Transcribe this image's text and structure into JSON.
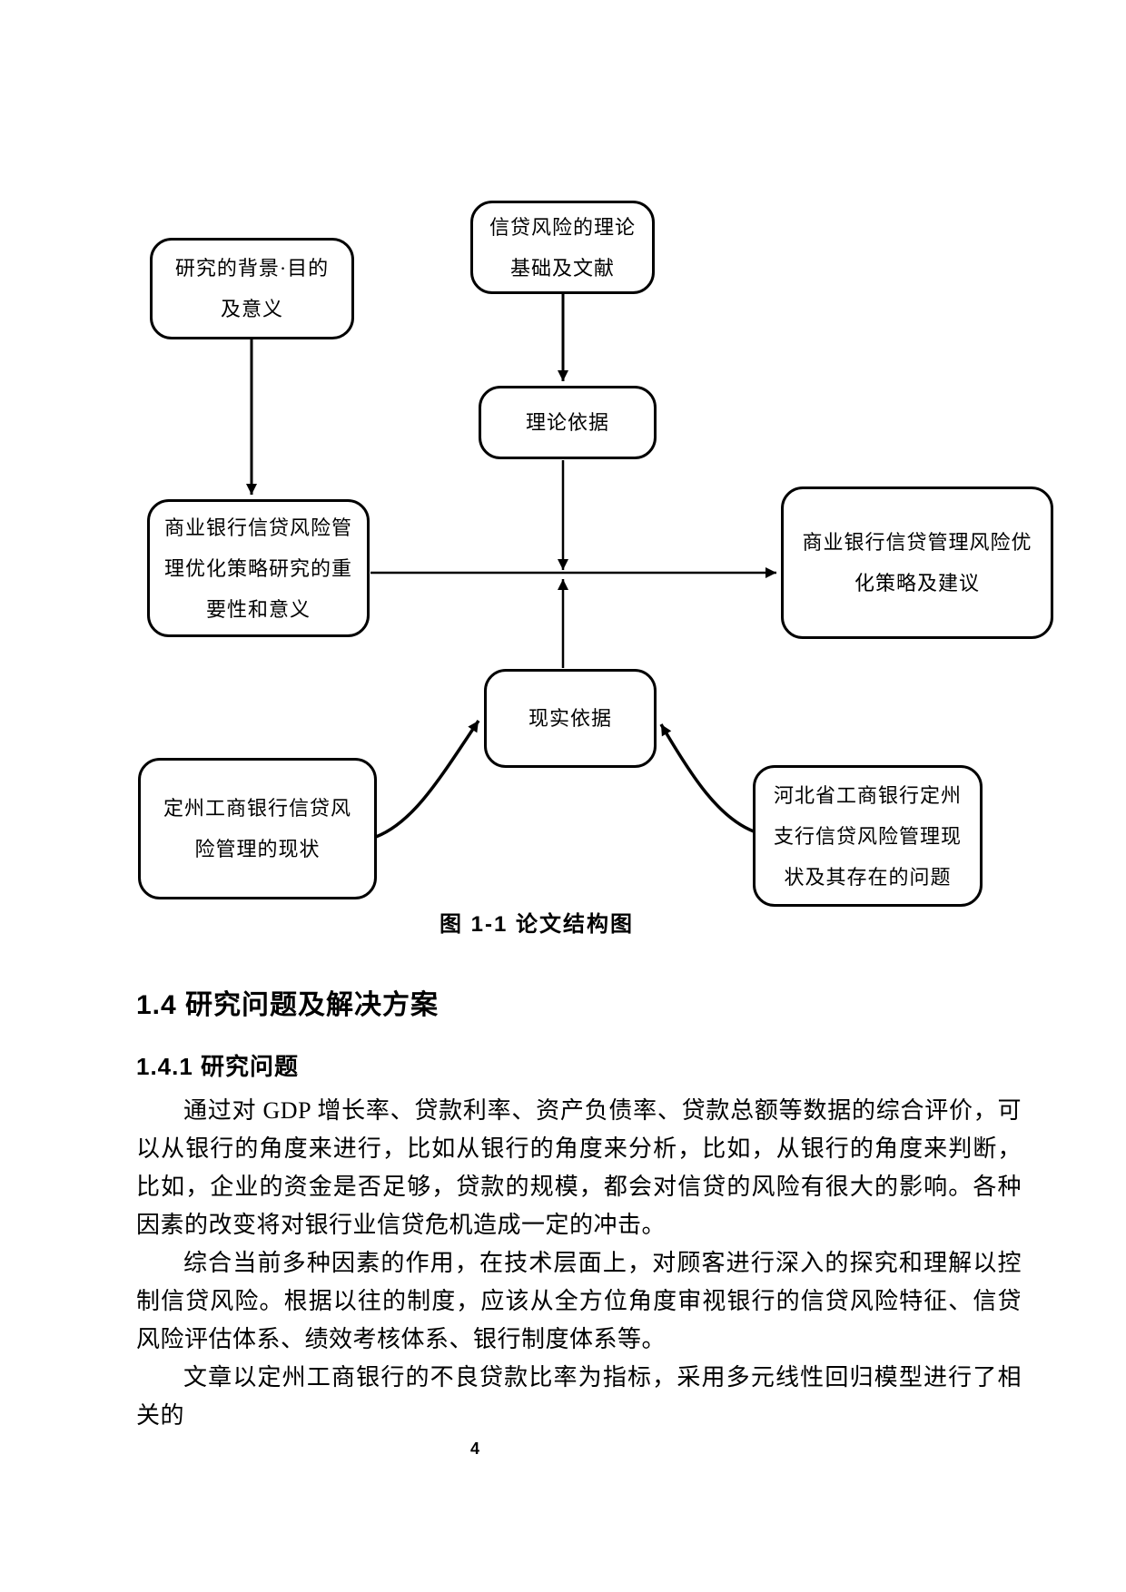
{
  "figure": {
    "boxes": {
      "background_purpose": "研究的背景·目的\n及意义",
      "theory_literature": "信贷风险的理论\n基础及文献",
      "theoretical_basis": "理论依据",
      "importance": "商业银行信贷风险管\n理优化策略研究的重\n要性和意义",
      "optimization_suggestions": "商业银行信贷管理风险优\n化策略及建议",
      "practical_basis": "现实依据",
      "dingzhou_status": "定州工商银行信贷风\n险管理的现状",
      "hebei_problems": "河北省工商银行定州\n支行信贷风险管理现\n状及其存在的问题"
    },
    "caption": "图 1-1  论文结构图"
  },
  "headings": {
    "section": "1.4  研究问题及解决方案",
    "subsection": "1.4.1  研究问题"
  },
  "paragraphs": [
    "通过对 GDP 增长率、贷款利率、资产负债率、贷款总额等数据的综合评价，可以从银行的角度来进行，比如从银行的角度来分析，比如，从银行的角度来判断，比如，企业的资金是否足够，贷款的规模，都会对信贷的风险有很大的影响。各种因素的改变将对银行业信贷危机造成一定的冲击。",
    "综合当前多种因素的作用，在技术层面上，对顾客进行深入的探究和理解以控制信贷风险。根据以往的制度，应该从全方位角度审视银行的信贷风险特征、信贷风险评估体系、绩效考核体系、银行制度体系等。",
    "文章以定州工商银行的不良贷款比率为指标，采用多元线性回归模型进行了相关的"
  ],
  "page_number": "4"
}
